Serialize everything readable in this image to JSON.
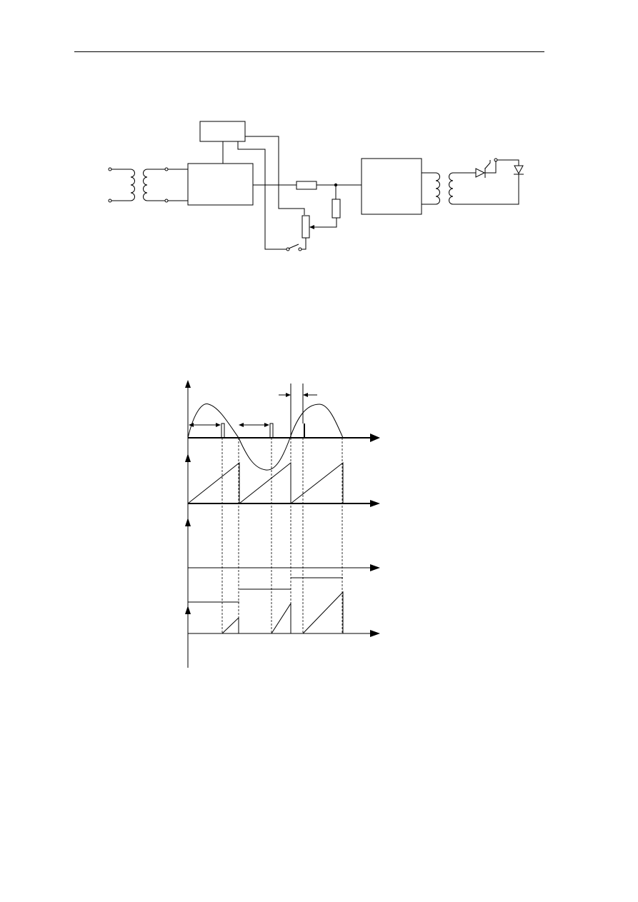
{
  "document": {
    "header_rule": true,
    "figures": [
      {
        "id": "control-circuit",
        "kind": "schematic",
        "labels": []
      },
      {
        "id": "timing-diagram",
        "kind": "waveforms",
        "labels": []
      }
    ]
  },
  "colors": {
    "ink": "#000000",
    "paper": "#ffffff"
  }
}
